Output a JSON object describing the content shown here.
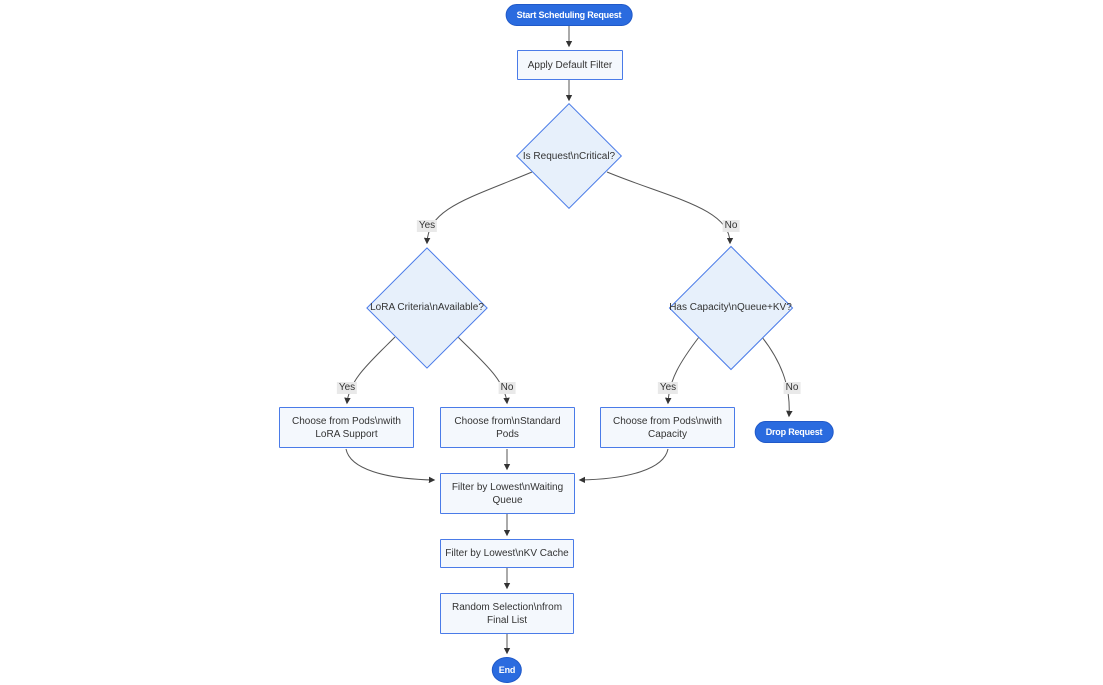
{
  "nodes": {
    "start": "Start Scheduling Request",
    "apply_filter": "Apply Default Filter",
    "is_critical": "Is Request\\nCritical?",
    "lora_criteria": "LoRA Criteria\\nAvailable?",
    "has_capacity": "Has Capacity\\nQueue+KV?",
    "choose_lora_pods": "Choose from Pods\\nwith LoRA Support",
    "choose_standard_pods": "Choose from\\nStandard Pods",
    "choose_capacity_pods": "Choose from Pods\\nwith Capacity",
    "drop_request": "Drop Request",
    "filter_waiting_queue": "Filter by Lowest\\nWaiting Queue",
    "filter_kv_cache": "Filter by Lowest\\nKV Cache",
    "random_selection": "Random Selection\\nfrom Final List",
    "end": "End"
  },
  "edge_labels": {
    "critical_yes": "Yes",
    "critical_no": "No",
    "lora_yes": "Yes",
    "lora_no": "No",
    "capacity_yes": "Yes",
    "capacity_no": "No"
  },
  "colors": {
    "pill_fill": "#2A6BDF",
    "node_fill": "#F4F8FD",
    "node_border": "#4A7BE8",
    "diamond_fill": "#E7F0FB",
    "edge": "#555555",
    "label_bg": "#E9E9E9",
    "text": "#333333"
  }
}
